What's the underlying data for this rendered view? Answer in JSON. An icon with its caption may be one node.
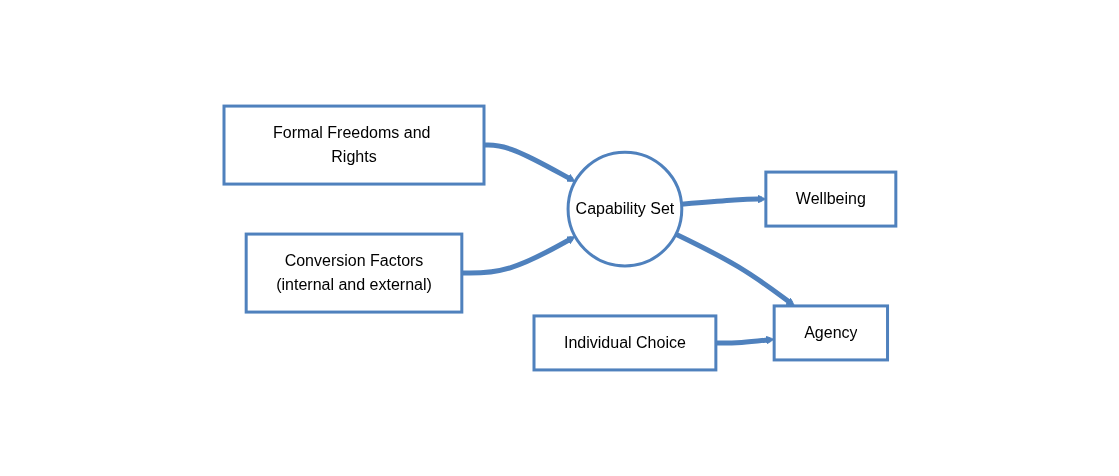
{
  "diagram": {
    "nodes": [
      {
        "text": [
          "Formal Freedoms and Rights"
        ]
      },
      {
        "text": [
          "Capability Set"
        ]
      },
      {
        "text": [
          "Wellbeing"
        ]
      },
      {
        "text": [
          "Agency"
        ]
      },
      {
        "text": [
          "Conversion Factors",
          "(internal and external)"
        ]
      },
      {
        "text": [
          "Individual Choice"
        ]
      }
    ],
    "edges": [
      {
        "from": 0,
        "to": 1,
        "arrow": "to"
      },
      {
        "from": 4,
        "to": 1,
        "arrow": "to"
      },
      {
        "from": 1,
        "to": 2,
        "arrow": "to"
      },
      {
        "from": 1,
        "to": 3,
        "arrow": "to"
      },
      {
        "from": 5,
        "to": 3,
        "arrow": "to"
      }
    ]
  }
}
